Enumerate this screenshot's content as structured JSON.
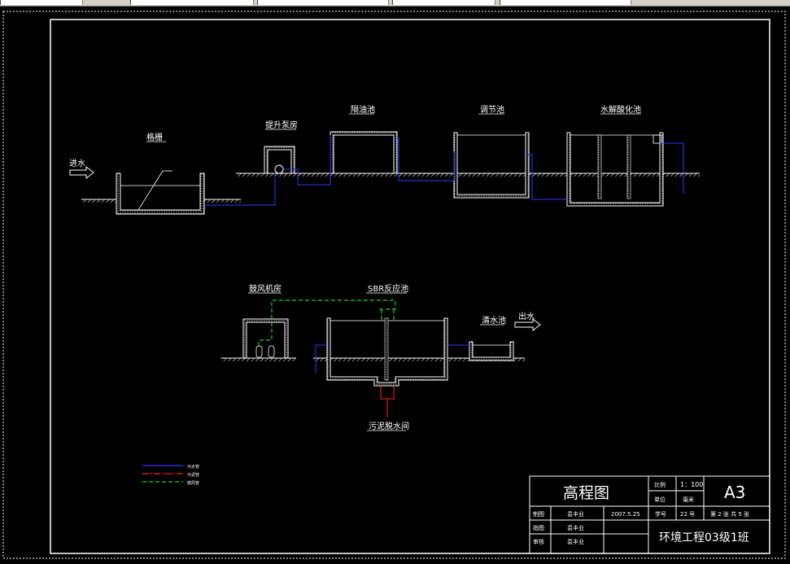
{
  "labels": {
    "inlet": "进水",
    "screen": "格栅",
    "lift_pump": "提升泵房",
    "oil_sep": "隔油池",
    "equalization": "调节池",
    "hydrolysis": "水解酸化池",
    "blower": "鼓风机房",
    "sbr": "SBR反应池",
    "clear_water": "清水池",
    "outlet": "出水",
    "sludge": "污泥脱水间"
  },
  "legend": {
    "items": [
      {
        "label": "污水管",
        "color": "#3333ff",
        "style": "solid"
      },
      {
        "label": "污泥管",
        "color": "#ff2020",
        "style": "dashdot"
      },
      {
        "label": "鼓风管",
        "color": "#22cc22",
        "style": "dashed"
      }
    ]
  },
  "title_block": {
    "title": "高程图",
    "scale_label": "比例",
    "scale_value": "1：100",
    "unit_label": "单位",
    "unit_value": "毫米",
    "sheet_size": "A3",
    "rows": [
      {
        "role": "制图",
        "name": "袁丰业",
        "date": "2007.5.25"
      },
      {
        "role": "指图",
        "name": "袁丰业"
      },
      {
        "role": "审核",
        "name": "袁丰业"
      }
    ],
    "id_label": "学号",
    "id_value": "22 号",
    "sheet_no": "第 2 张  共 5 张",
    "class_name": "环境工程03级1班"
  },
  "colors": {
    "line": "#ffffff",
    "sewage": "#3333ff",
    "sludge": "#ff2020",
    "air": "#22cc22",
    "background": "#000000"
  }
}
